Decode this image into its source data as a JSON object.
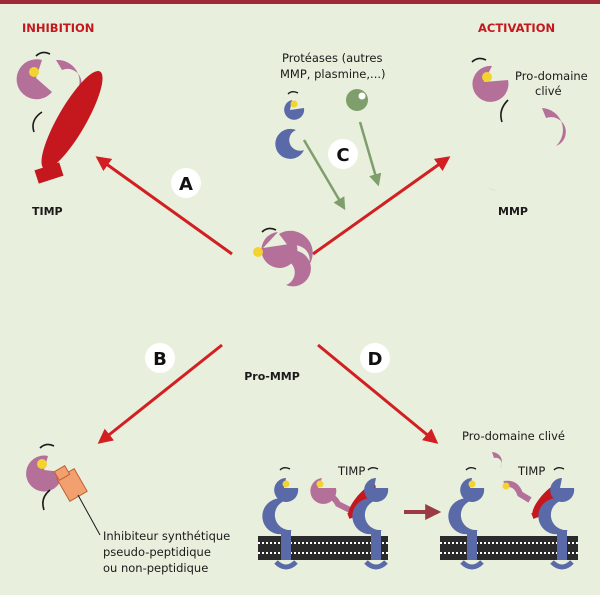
{
  "headings": {
    "inhibition": "INHIBITION",
    "activation": "ACTIVATION"
  },
  "labels": {
    "timp": "TIMP",
    "mmp": "MMP",
    "pro_mmp": "Pro-MMP",
    "pro_domaine_clive_1": "Pro-domaine",
    "pro_domaine_clive_2": "clivé",
    "proteases_1": "Protéases (autres",
    "proteases_2": "MMP, plasmine,...)",
    "inhibiteur_1": "Inhibiteur synthétique",
    "inhibiteur_2": "pseudo-peptidique",
    "inhibiteur_3": "ou non-peptidique",
    "pro_domaine_clive_membrane": "Pro-domaine clivé",
    "timp_membrane_left": "TIMP",
    "timp_membrane_right": "TIMP"
  },
  "pathways": [
    "A",
    "B",
    "C",
    "D"
  ],
  "colors": {
    "background": "#e8efdc",
    "mmp_pink": "#b5709a",
    "timp_red": "#c4171e",
    "arrow_red": "#d21f22",
    "arrow_green": "#7e9e6c",
    "membrane_blue": "#5a6aa8",
    "inhibitor_orange": "#f2a070",
    "zinc_yellow": "#f3d330",
    "heading_red": "#c4171e"
  }
}
